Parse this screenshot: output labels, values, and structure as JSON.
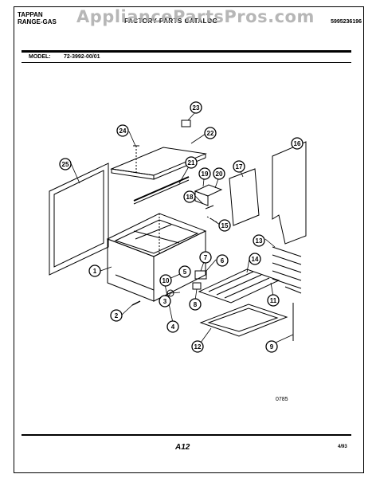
{
  "header": {
    "brand_line1": "TAPPAN",
    "brand_line2": "RANGE-GAS",
    "catalog_title": "FACTORY PARTS CATALOG",
    "catalog_number": "5995236196",
    "watermark": "AppliancePartsPros.com"
  },
  "model": {
    "label": "MODEL:",
    "value": "72-3992-00/01"
  },
  "callouts": [
    "1",
    "2",
    "3",
    "4",
    "5",
    "6",
    "7",
    "8",
    "9",
    "10",
    "11",
    "12",
    "13",
    "14",
    "15",
    "16",
    "17",
    "18",
    "19",
    "20",
    "21",
    "22",
    "23",
    "24",
    "25"
  ],
  "footer": {
    "drawing_code": "0785",
    "page_number": "A12",
    "date": "4/93"
  }
}
